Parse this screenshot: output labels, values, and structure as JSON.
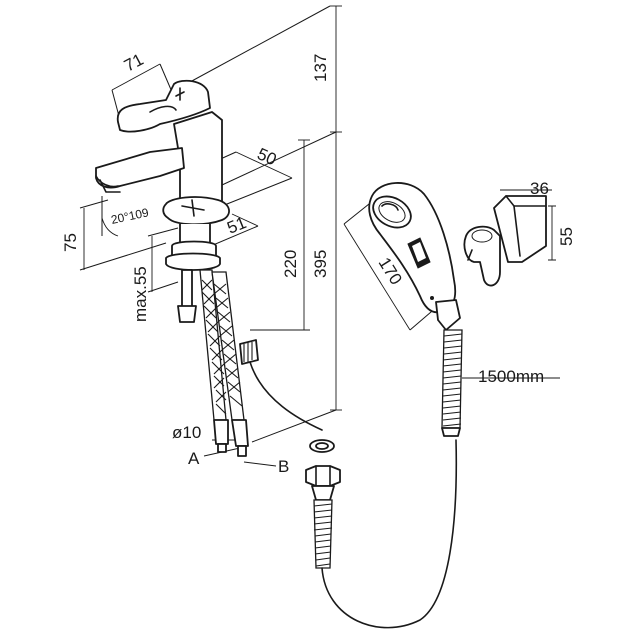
{
  "dimensions": {
    "handle_width": "71",
    "total_height": "137",
    "spout_reach": "50",
    "spout_angle": "20°109",
    "spout_height": "75",
    "base_size": "51",
    "max_deck": "max.55",
    "hose_220": "220",
    "hose_395": "395",
    "head_length": "170",
    "holder_width": "36",
    "holder_height": "55",
    "hose_length": "1500mm",
    "diameter": "ø10",
    "inlet_a": "A",
    "inlet_b": "B"
  }
}
